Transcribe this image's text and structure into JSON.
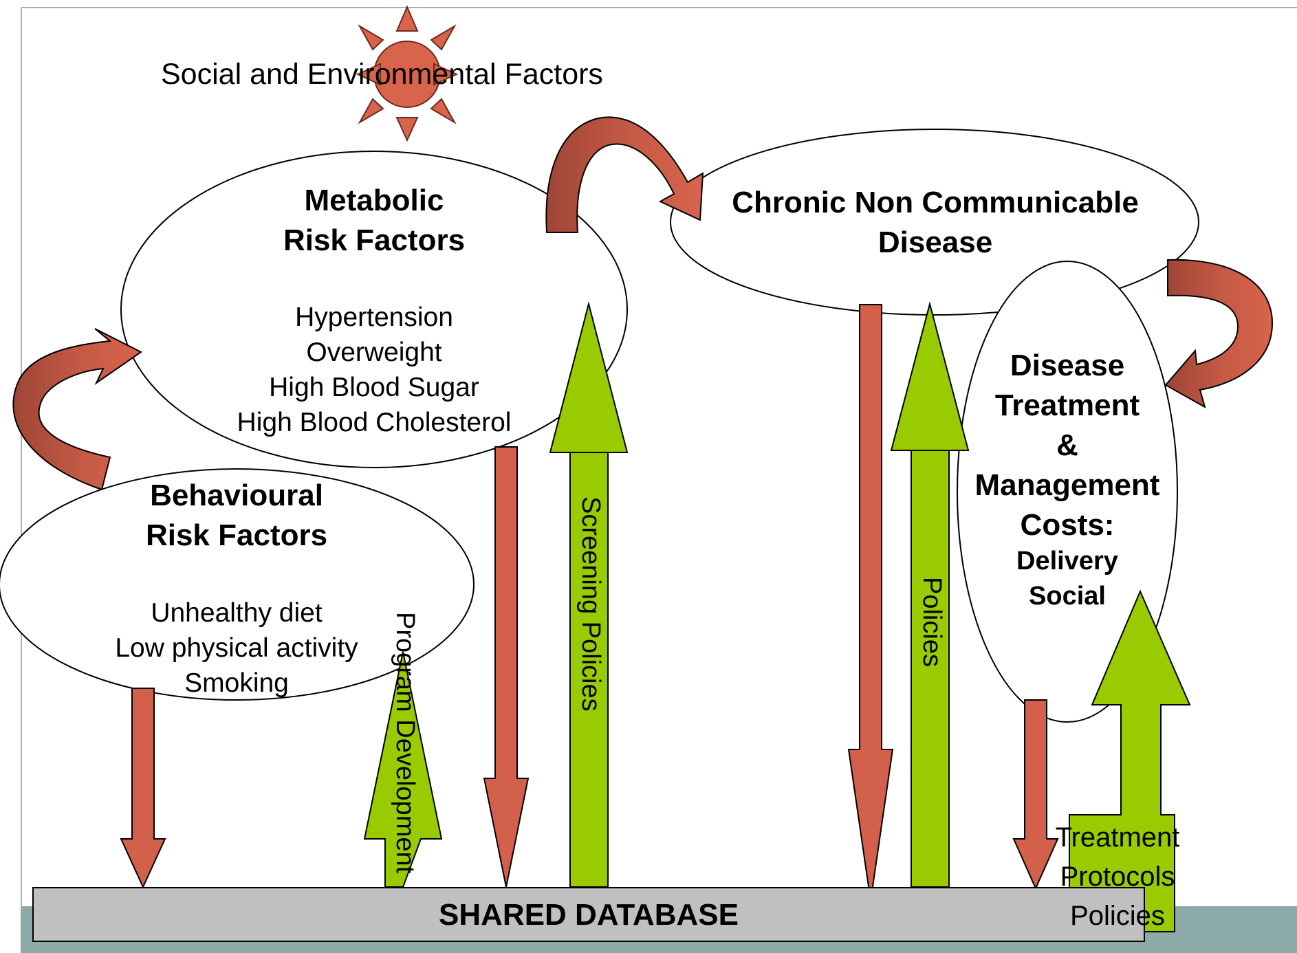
{
  "header": {
    "social_env_title": "Social and Environmental Factors"
  },
  "metabolic": {
    "title_line1": "Metabolic",
    "title_line2": "Risk Factors",
    "items": [
      "Hypertension",
      "Overweight",
      "High Blood Sugar",
      "High Blood Cholesterol"
    ]
  },
  "behavioural": {
    "title_line1": "Behavioural",
    "title_line2": "Risk Factors",
    "items": [
      "Unhealthy diet",
      "Low physical activity",
      "Smoking"
    ]
  },
  "chronic": {
    "title_line1": "Chronic Non Communicable",
    "title_line2": "Disease"
  },
  "treatment": {
    "lines": [
      "Disease",
      "Treatment",
      "&",
      "Management",
      "Costs:"
    ],
    "sub_items": [
      "Delivery",
      "Social"
    ]
  },
  "arrows": {
    "program_development": "Program Development",
    "screening_policies": "Screening Policies",
    "policies": "Policies",
    "treatment_protocols": [
      "Treatment",
      "Protocols",
      "Policies"
    ]
  },
  "database": {
    "label": "SHARED DATABASE"
  },
  "colors": {
    "red_arrow": "#d2604a",
    "red_arrow_dark": "#a64a3a",
    "green_arrow": "#99cc00",
    "sun": "#d8644c",
    "database": "#c0c0c0",
    "footer": "#8caaa8"
  }
}
